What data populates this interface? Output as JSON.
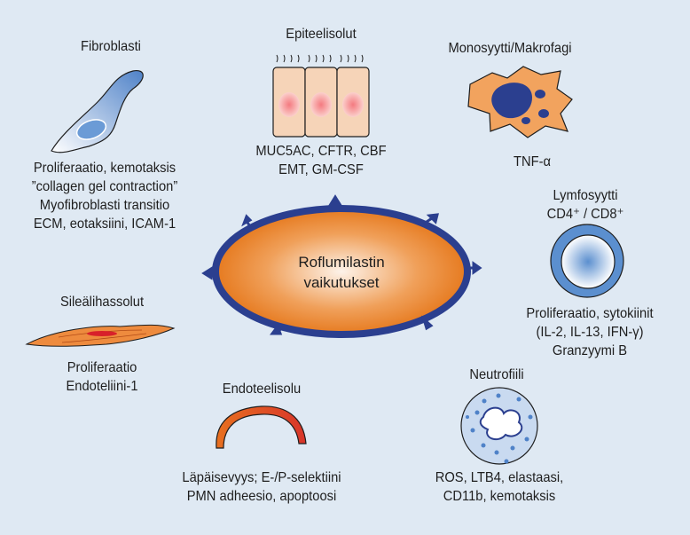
{
  "center": {
    "line1": "Roflumilastin",
    "line2": "vaikutukset"
  },
  "cells": {
    "fibroblasti": {
      "title": "Fibroblasti",
      "effects": [
        "Proliferaatio, kemotaksis",
        "”collagen gel contraction”",
        "Myofibroblasti transitio",
        "ECM, eotaksiini, ICAM-1"
      ]
    },
    "epiteelisolut": {
      "title": "Epiteelisolut",
      "effects": [
        "MUC5AC, CFTR, CBF",
        "EMT, GM-CSF"
      ]
    },
    "monosyytti": {
      "title": "Monosyytti/Makrofagi",
      "effects": [
        "TNF-α"
      ]
    },
    "lymfosyytti": {
      "title": "Lymfosyytti",
      "subtitle": "CD4⁺ / CD8⁺",
      "effects": [
        "Proliferaatio, sytokiinit",
        "(IL-2, IL-13, IFN-γ)",
        "Granzyymi B"
      ]
    },
    "neutrofiili": {
      "title": "Neutrofiili",
      "effects": [
        "ROS, LTB4, elastaasi,",
        "CD11b, kemotaksis"
      ]
    },
    "endoteelisolu": {
      "title": "Endoteelisolu",
      "effects": [
        "Läpäisevyys; E-/P-selektiini",
        "PMN adheesio, apoptoosi"
      ]
    },
    "silealihassolut": {
      "title": "Sileälihassolut",
      "effects": [
        "Proliferaatio",
        "Endoteliini-1"
      ]
    }
  },
  "colors": {
    "background": "#dfe9f3",
    "ring": "#2b3f8f",
    "orange": "#e67a1f",
    "cellBlue": "#5b8fcf"
  }
}
